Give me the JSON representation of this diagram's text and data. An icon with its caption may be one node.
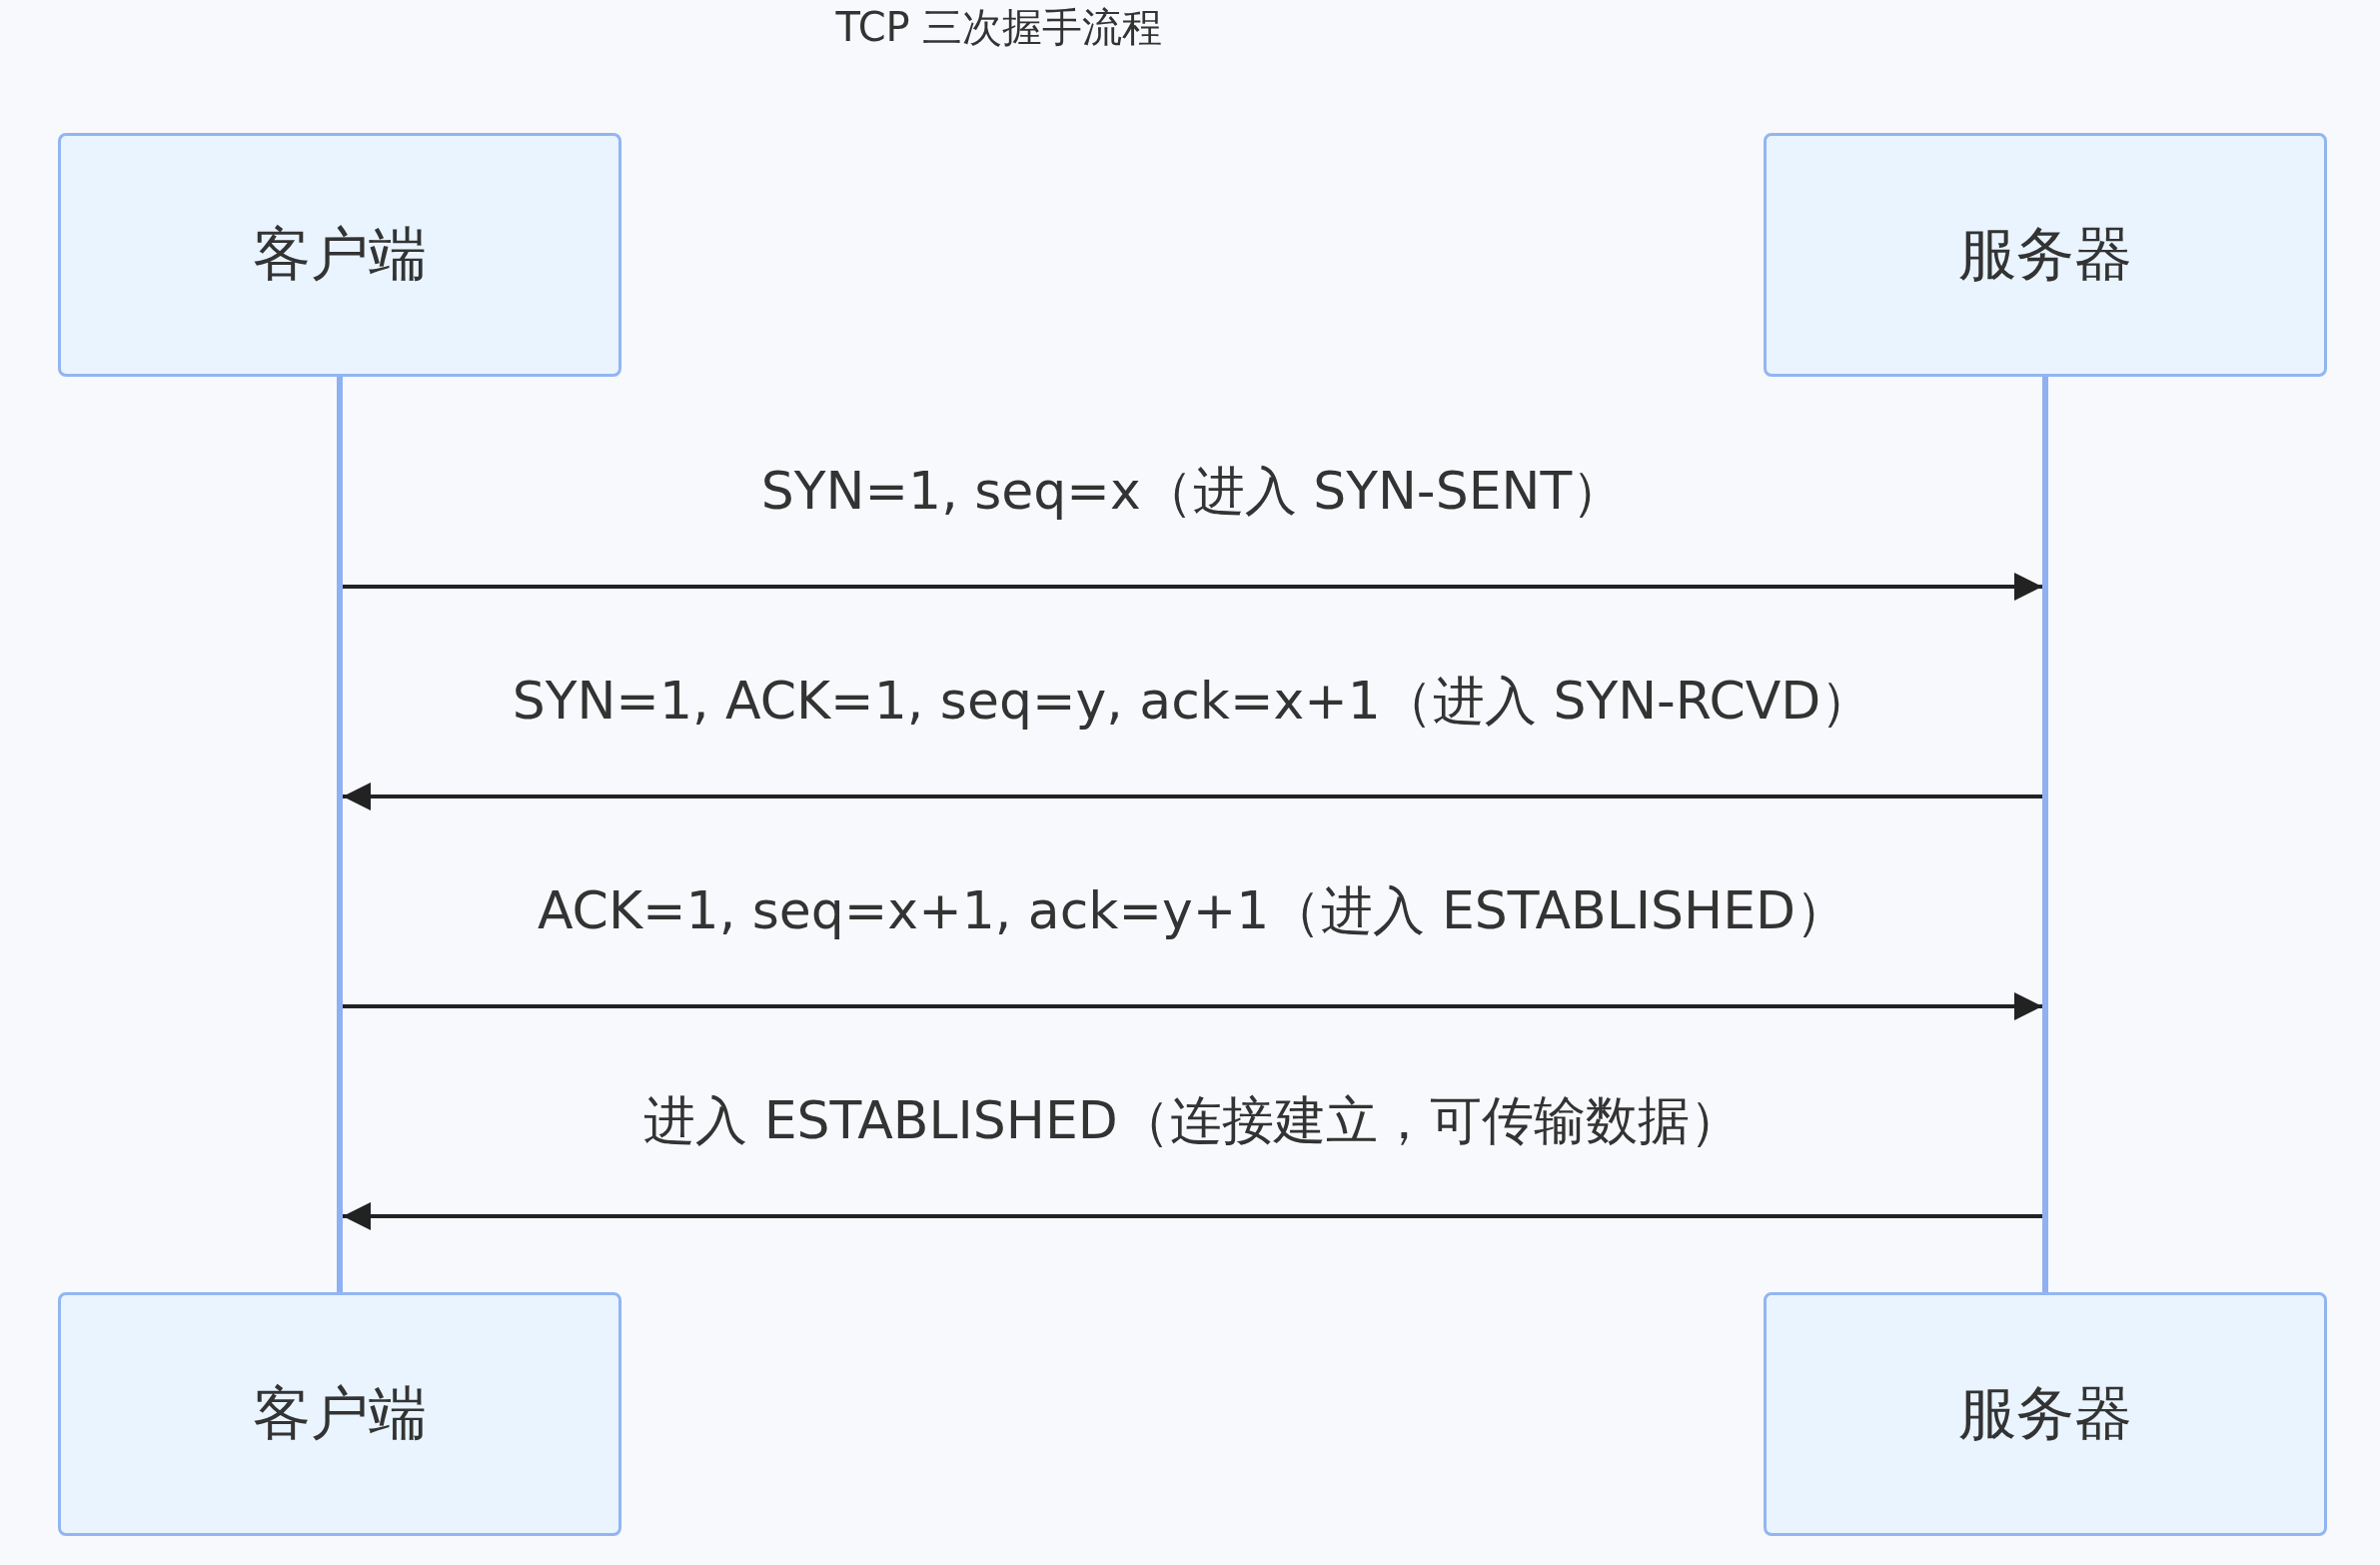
{
  "diagram": {
    "title": "TCP 三次握手流程",
    "nodes": [
      {
        "text": [
          "客户端"
        ]
      },
      {
        "text": [
          "服务器"
        ]
      },
      {
        "text": [],
        "shape": "bar"
      },
      {
        "text": [],
        "shape": "bar"
      },
      {
        "text": [
          "客户端"
        ]
      },
      {
        "text": [
          "服务器"
        ]
      }
    ],
    "edges": [
      {
        "from": 2,
        "to": 3,
        "arrow": "to",
        "label": "SYN=1, seq=x（进入 SYN-SENT）"
      },
      {
        "from": 3,
        "to": 2,
        "arrow": "to",
        "label": "SYN=1, ACK=1, seq=y, ack=x+1（进入 SYN-RCVD）"
      },
      {
        "from": 2,
        "to": 3,
        "arrow": "to",
        "label": "ACK=1, seq=x+1, ack=y+1（进入 ESTABLISHED）"
      },
      {
        "from": 3,
        "to": 2,
        "arrow": "to",
        "label": "进入 ESTABLISHED（连接建立，可传输数据）"
      }
    ]
  }
}
